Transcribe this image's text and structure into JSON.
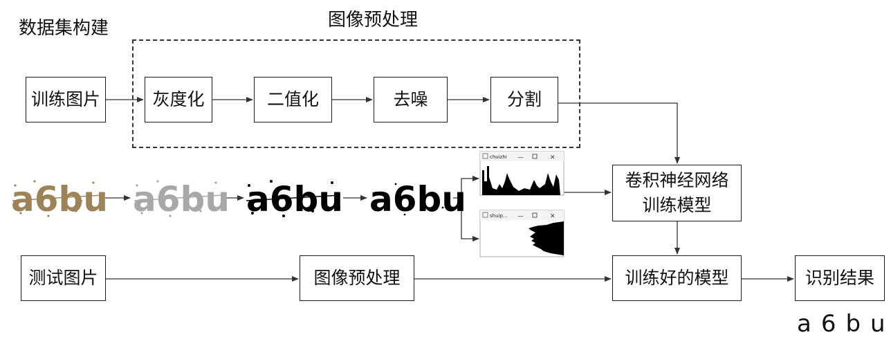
{
  "labels": {
    "dataset": "数据集构建",
    "preprocess_title": "图像预处理",
    "result": "a6bu"
  },
  "boxes": {
    "train_images": "训练图片",
    "grayscale": "灰度化",
    "binarize": "二值化",
    "denoise": "去噪",
    "segment": "分割",
    "cnn_train": [
      "卷积神经网络",
      "训练模型"
    ],
    "test_images": "测试图片",
    "test_preprocess": "图像预处理",
    "trained_model": "训练好的模型",
    "recognition_result": "识别结果"
  },
  "captcha_text": "a6bu",
  "windows": {
    "vertical_title": "chuizhi",
    "horizontal_title": "shuip..."
  },
  "colors": {
    "captcha_original": "#9c8358",
    "captcha_gray": "#a8a8a8",
    "captcha_binary": "#000000"
  }
}
